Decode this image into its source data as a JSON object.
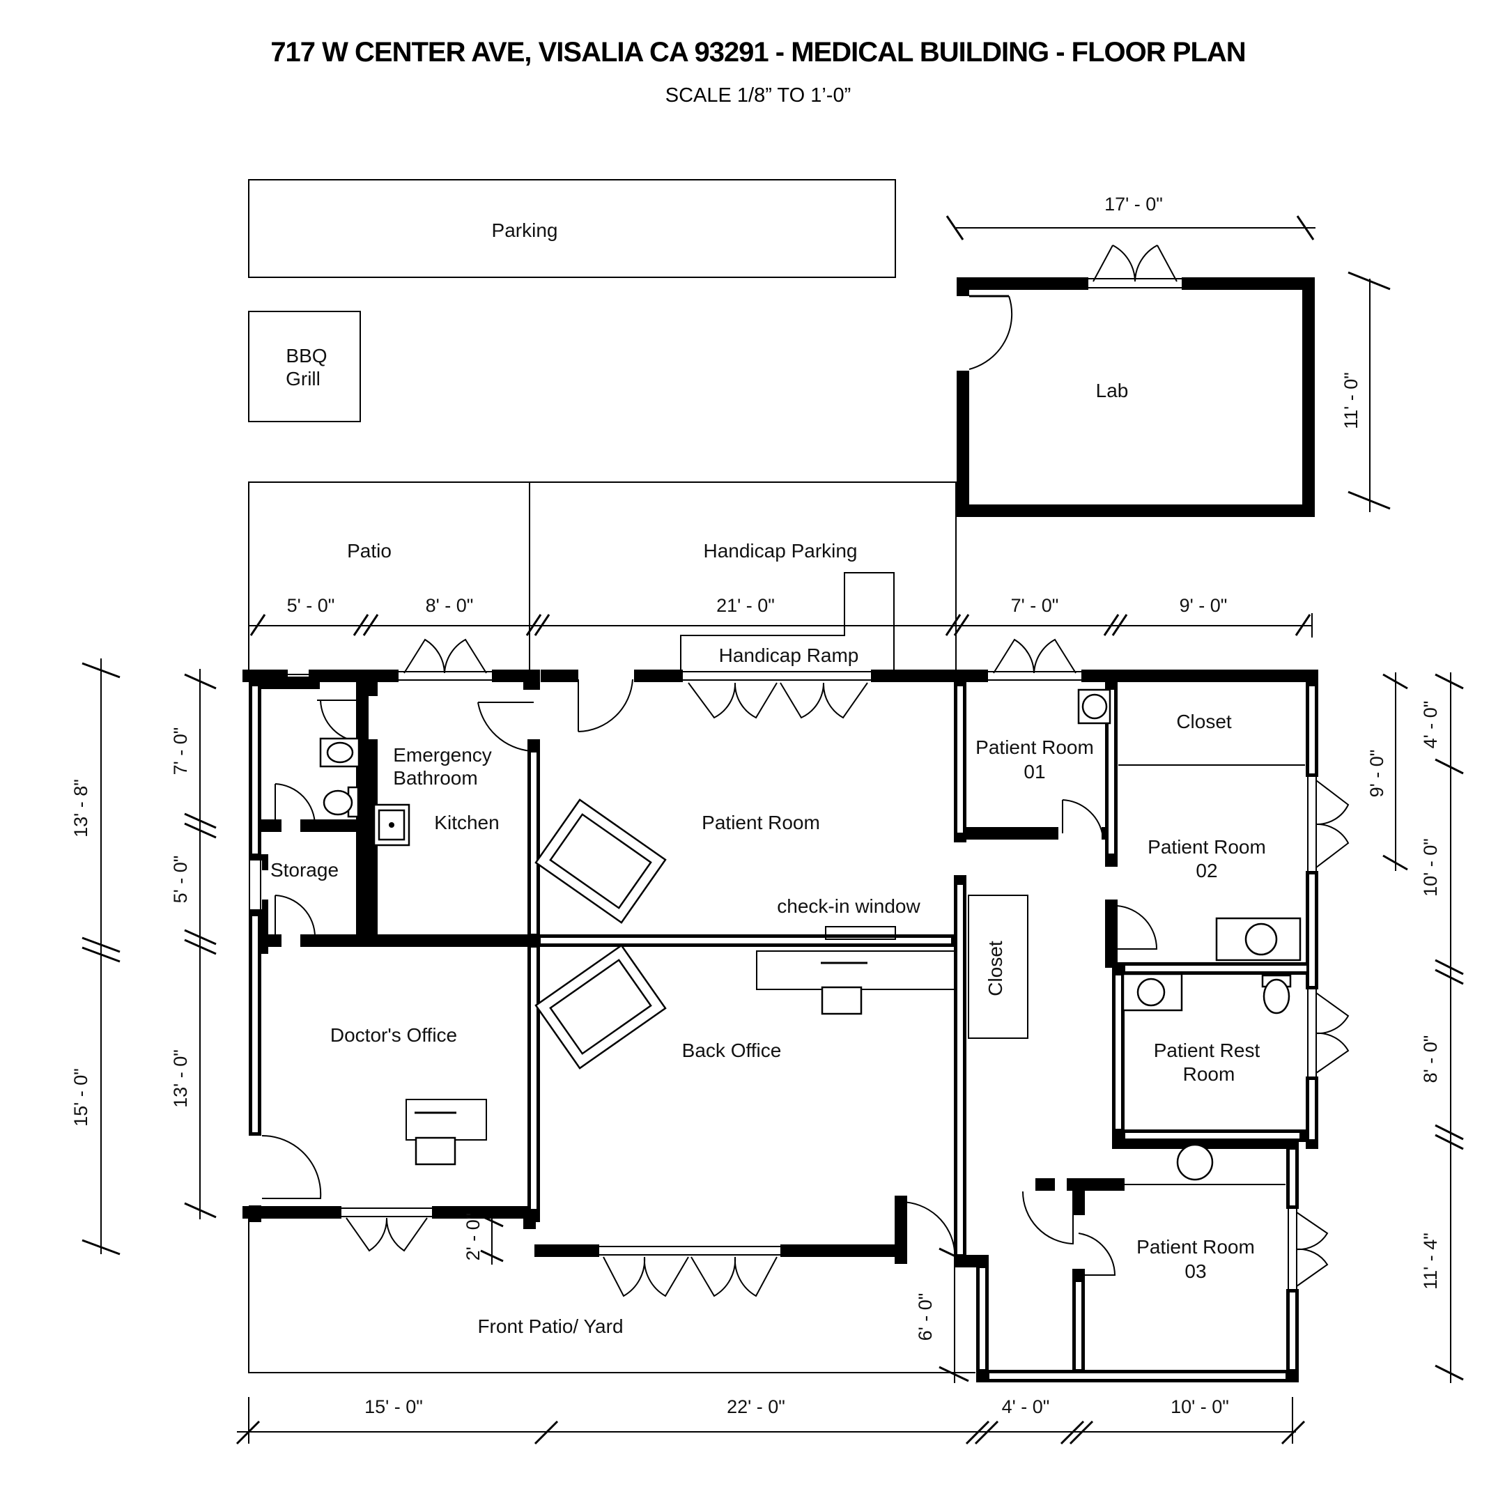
{
  "title": "717 W CENTER AVE, VISALIA CA 93291 - MEDICAL BUILDING - FLOOR PLAN",
  "subtitle": "SCALE 1/8” TO 1’-0”",
  "areas": {
    "parking": "Parking",
    "bbq_line1": "BBQ",
    "bbq_line2": "Grill",
    "lab": "Lab",
    "patio": "Patio",
    "handicap_parking": "Handicap Parking",
    "handicap_ramp": "Handicap Ramp",
    "emergency_bathroom_line1": "Emergency",
    "emergency_bathroom_line2": "Bathroom",
    "kitchen": "Kitchen",
    "storage": "Storage",
    "patient_room": "Patient Room",
    "patient_room_01_line1": "Patient Room",
    "patient_room_01_line2": "01",
    "closet_top": "Closet",
    "patient_room_02_line1": "Patient Room",
    "patient_room_02_line2": "02",
    "check_in_window": "check-in window",
    "closet_vertical": "Closet",
    "doctors_office": "Doctor's Office",
    "back_office": "Back Office",
    "patient_rest_room_line1": "Patient Rest",
    "patient_rest_room_line2": "Room",
    "patient_room_03_line1": "Patient Room",
    "patient_room_03_line2": "03",
    "front_patio": "Front Patio/ Yard"
  },
  "dimensions": {
    "lab_width": "17' - 0\"",
    "lab_height": "11' - 0\"",
    "top_5": "5' - 0\"",
    "top_8": "8' - 0\"",
    "top_21": "21' - 0\"",
    "top_7": "7' - 0\"",
    "top_9": "9' - 0\"",
    "left_outer_13_8": "13' - 8\"",
    "left_outer_15_0": "15' - 0\"",
    "left_inner_7": "7' - 0\"",
    "left_inner_5": "5' - 0\"",
    "left_inner_13": "13' - 0\"",
    "left_2": "2' - 0\"",
    "mid_6": "6' - 0\"",
    "right_4": "4' - 0\"",
    "right_9": "9' - 0\"",
    "right_10": "10' - 0\"",
    "right_8": "8' - 0\"",
    "right_11_4": "11' - 4\"",
    "bottom_15": "15' - 0\"",
    "bottom_22": "22' - 0\"",
    "bottom_4": "4' - 0\"",
    "bottom_10": "10' - 0\""
  }
}
